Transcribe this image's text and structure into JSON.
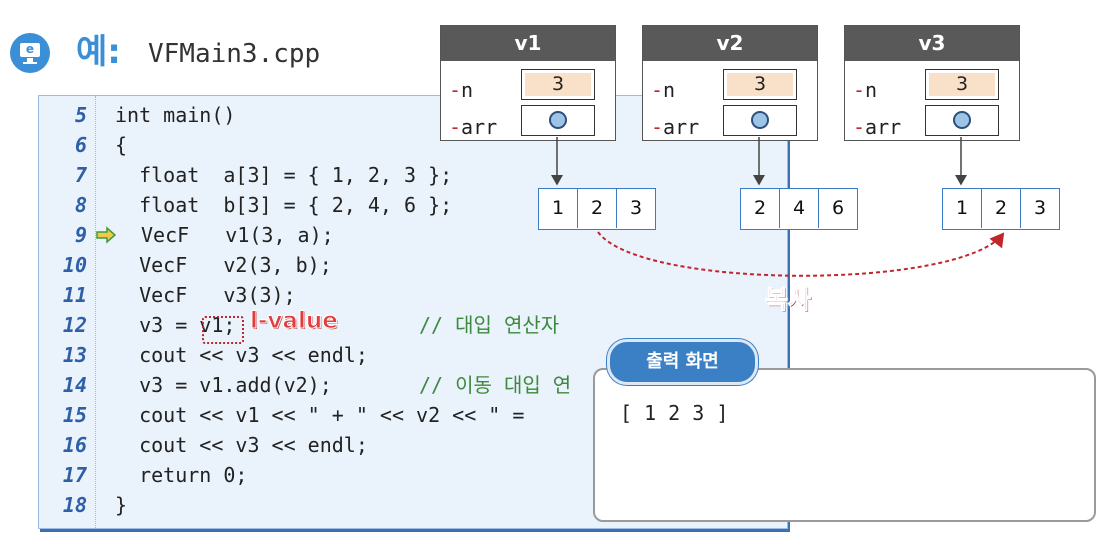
{
  "header": {
    "label": "예:",
    "filename": "VFMain3.cpp"
  },
  "code_lines": [
    {
      "num": "5",
      "text": "int main()"
    },
    {
      "num": "6",
      "text": "{"
    },
    {
      "num": "7",
      "text": "  float  a[3] = { 1, 2, 3 };"
    },
    {
      "num": "8",
      "text": "  float  b[3] = { 2, 4, 6 };"
    },
    {
      "num": "9",
      "text": "VecF   v1(3, a);"
    },
    {
      "num": "10",
      "text": "  VecF   v2(3, b);"
    },
    {
      "num": "11",
      "text": "  VecF   v3(3);"
    },
    {
      "num": "12",
      "text": "  v3 = v1;",
      "comment": "// 대입 연산자"
    },
    {
      "num": "13",
      "text": "  cout << v3 << endl;"
    },
    {
      "num": "14",
      "text": "  v3 = v1.add(v2);",
      "comment": "// 이동 대입 연"
    },
    {
      "num": "15",
      "text": "  cout << v1 << \" + \" << v2 << \" ="
    },
    {
      "num": "16",
      "text": "  cout << v3 << endl;"
    },
    {
      "num": "17",
      "text": "  return 0;"
    },
    {
      "num": "18",
      "text": "}"
    }
  ],
  "lvalue_label": "l-value",
  "objects": [
    {
      "name": "v1",
      "n_label": "n",
      "arr_label": "arr",
      "n_value": "3",
      "array": [
        "1",
        "2",
        "3"
      ]
    },
    {
      "name": "v2",
      "n_label": "n",
      "arr_label": "arr",
      "n_value": "3",
      "array": [
        "2",
        "4",
        "6"
      ]
    },
    {
      "name": "v3",
      "n_label": "n",
      "arr_label": "arr",
      "n_value": "3",
      "array": [
        "1",
        "2",
        "3"
      ]
    }
  ],
  "copy_label": "복사",
  "output": {
    "tab_label": "출력 화면",
    "text": "[ 1 2 3 ]"
  },
  "colors": {
    "accent_blue": "#3a8fd6",
    "header_gray": "#595959",
    "red": "#e23c3c",
    "comment_green": "#3c8a3c"
  }
}
